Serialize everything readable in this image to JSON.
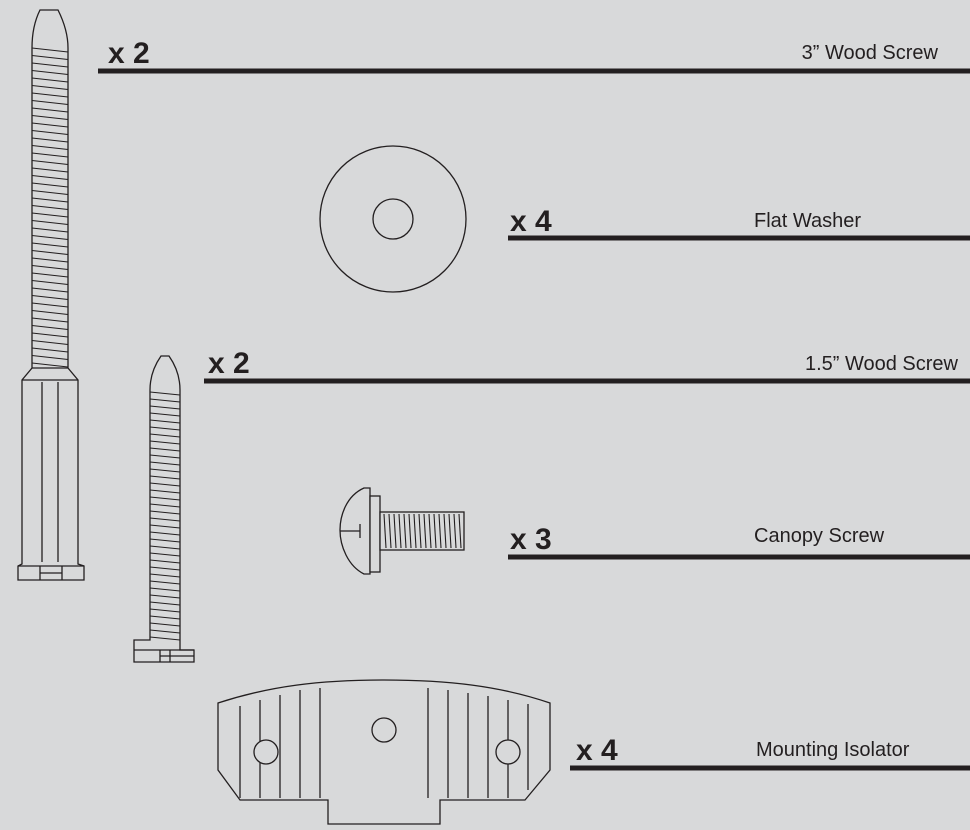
{
  "parts": [
    {
      "quantity": "x 2",
      "name": "3” Wood Screw",
      "icon": "long-wood-screw-icon"
    },
    {
      "quantity": "x 4",
      "name": "Flat Washer",
      "icon": "flat-washer-icon"
    },
    {
      "quantity": "x 2",
      "name": "1.5” Wood Screw",
      "icon": "short-wood-screw-icon"
    },
    {
      "quantity": "x 3",
      "name": "Canopy Screw",
      "icon": "canopy-screw-icon"
    },
    {
      "quantity": "x 4",
      "name": "Mounting Isolator",
      "icon": "mounting-isolator-icon"
    }
  ],
  "colors": {
    "background": "#d8d9da",
    "ink": "#231f20"
  }
}
